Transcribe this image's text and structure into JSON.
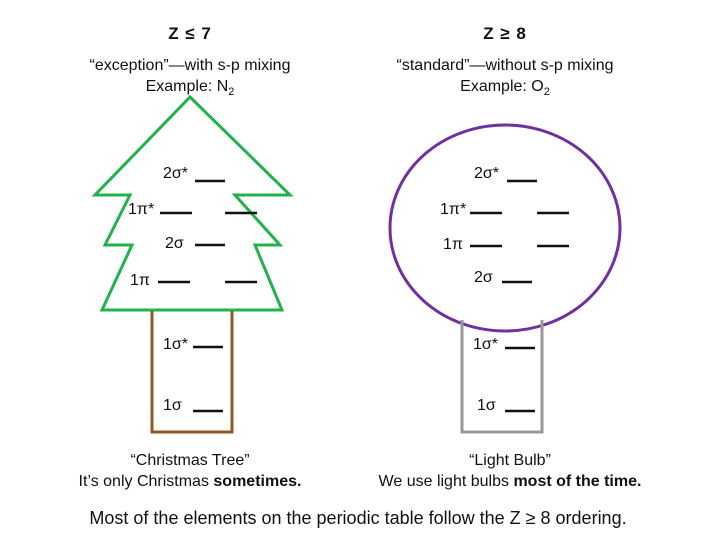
{
  "left": {
    "heading": "Z ≤ 7",
    "desc_line1": "“exception”—with s-p mixing",
    "desc_example": "Example: N",
    "desc_sub": "2",
    "caption_line1": "“Christmas Tree”",
    "caption_line2_pre": "It’s only Christmas ",
    "caption_line2_bold": "sometimes.",
    "outline_color": "#22b14c",
    "trunk_color": "#8b5a2b",
    "orbitals": {
      "s2_star": "2σ*",
      "p1_star": "1π*",
      "s2": "2σ",
      "p1": "1π",
      "s1_star": "1σ*",
      "s1": "1σ"
    }
  },
  "right": {
    "heading": "Z ≥ 8",
    "desc_line1": "“standard”—without s-p mixing",
    "desc_example": "Example: O",
    "desc_sub": "2",
    "caption_line1": "“Light Bulb”",
    "caption_line2_pre": "We use light bulbs ",
    "caption_line2_bold": "most of the time.",
    "outline_color": "#7030a0",
    "base_color": "#999999",
    "orbitals": {
      "s2_star": "2σ*",
      "p1_star": "1π*",
      "p1": "1π",
      "s2": "2σ",
      "s1_star": "1σ*",
      "s1": "1σ"
    }
  },
  "footer": "Most of the elements on the periodic table follow the Z ≥ 8 ordering."
}
